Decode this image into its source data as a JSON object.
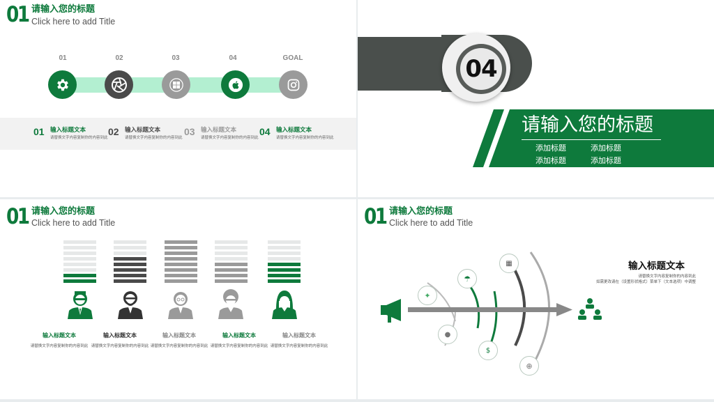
{
  "slide1": {
    "header": {
      "num": "01",
      "title_zh": "请输入您的标题",
      "title_en": "Click here to add Title"
    },
    "steps": [
      {
        "label": "01",
        "icon": "gear-icon",
        "color": "#0e7a3c"
      },
      {
        "label": "02",
        "icon": "camera-aperture-icon",
        "color": "#4a4a4a"
      },
      {
        "label": "03",
        "icon": "windows-icon",
        "color": "#9a9a9a"
      },
      {
        "label": "04",
        "icon": "apple-icon",
        "color": "#0e7a3c"
      },
      {
        "label": "GOAL",
        "icon": "instagram-icon",
        "color": "#9a9a9a"
      }
    ],
    "items": [
      {
        "num": "01",
        "title": "输入标题文本",
        "desc": "请替换文字内容复制你的内容到此",
        "color": "#0e7a3c"
      },
      {
        "num": "02",
        "title": "输入标题文本",
        "desc": "请替换文字内容复制你的内容到此",
        "color": "#4a4a4a"
      },
      {
        "num": "03",
        "title": "输入标题文本",
        "desc": "请替换文字内容复制你的内容到此",
        "color": "#9a9a9a"
      },
      {
        "num": "04",
        "title": "输入标题文本",
        "desc": "请替换文字内容复制你的内容到此",
        "color": "#0e7a3c"
      }
    ]
  },
  "slide2": {
    "number": "04",
    "title": "请输入您的标题",
    "subs": [
      "添加标题",
      "添加标题",
      "添加标题",
      "添加标题"
    ],
    "colors": {
      "dark": "#4a4f4c",
      "green": "#0e7a3c"
    }
  },
  "slide3": {
    "header": {
      "num": "01",
      "title_zh": "请输入您的标题",
      "title_en": "Click here to add Title"
    },
    "people": [
      {
        "title": "输入标题文本",
        "desc": "请替换文字内容复制你的内容到此",
        "color": "#0e7a3c",
        "level": 0.25,
        "icon": "businessman-icon"
      },
      {
        "title": "输入标题文本",
        "desc": "请替换文字内容复制你的内容到此",
        "color": "#4a4a4a",
        "level": 0.625,
        "icon": "bearded-man-icon"
      },
      {
        "title": "输入标题文本",
        "desc": "请替换文字内容复制你的内容到此",
        "color": "#9a9a9a",
        "level": 1.0,
        "icon": "old-man-icon"
      },
      {
        "title": "输入标题文本",
        "desc": "请替换文字内容复制你的内容到此",
        "color": "#9a9a9a",
        "level": 0.5,
        "icon": "curly-hair-man-icon"
      },
      {
        "title": "输入标题文本",
        "desc": "请替换文字内容复制你的内容到此",
        "color": "#0e7a3c",
        "level": 0.5,
        "icon": "woman-icon"
      }
    ]
  },
  "slide4": {
    "header": {
      "num": "01",
      "title_zh": "请输入您的标题",
      "title_en": "Click here to add Title"
    },
    "title": "输入标题文本",
    "desc1": "请替换文字内容复制你的内容到此",
    "desc2": "如需更改请在（设置形状格式）菜单下（文本选项）中调整",
    "icons": [
      "puzzle-icon",
      "people-group-icon",
      "umbrella-icon",
      "money-bag-icon",
      "chart-icon",
      "globe-icon"
    ]
  }
}
